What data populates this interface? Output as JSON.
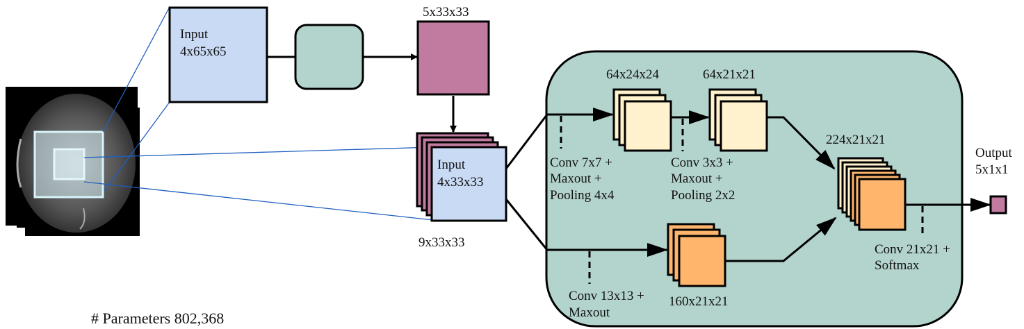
{
  "figure": {
    "parameters_label": "# Parameters 802,368",
    "colors": {
      "input_blue": "#c9daf5",
      "magenta": "#c27ba0",
      "teal": "#b3d3cd",
      "cream": "#fff2cc",
      "orange": "#ffb66c",
      "link_blue": "#1f5fbf",
      "stroke": "#000000"
    },
    "mri_image": {
      "description": "stacked brain MRI slices with highlighted patch regions"
    },
    "nodes": {
      "input_large": {
        "title": "Input",
        "dims": "4x65x65"
      },
      "first_cnn": {
        "label": ""
      },
      "first_output": {
        "dims": "5x33x33"
      },
      "concat_input": {
        "title": "Input",
        "dims": "4x33x33",
        "below": "9x33x33"
      },
      "local_feat1": {
        "dims": "64x24x24"
      },
      "local_feat2": {
        "dims": "64x21x21"
      },
      "global_feat": {
        "dims": "160x21x21"
      },
      "concat_feat": {
        "dims": "224x21x21"
      },
      "output": {
        "title": "Output",
        "dims": "5x1x1"
      }
    },
    "ops": {
      "conv1": [
        "Conv 7x7 +",
        "Maxout +",
        "Pooling 4x4"
      ],
      "conv2": [
        "Conv 3x3 +",
        "Maxout +",
        "Pooling 2x2"
      ],
      "conv_global": [
        "Conv 13x13 +",
        "Maxout"
      ],
      "conv_final": [
        "Conv 21x21 +",
        "Softmax"
      ]
    }
  }
}
